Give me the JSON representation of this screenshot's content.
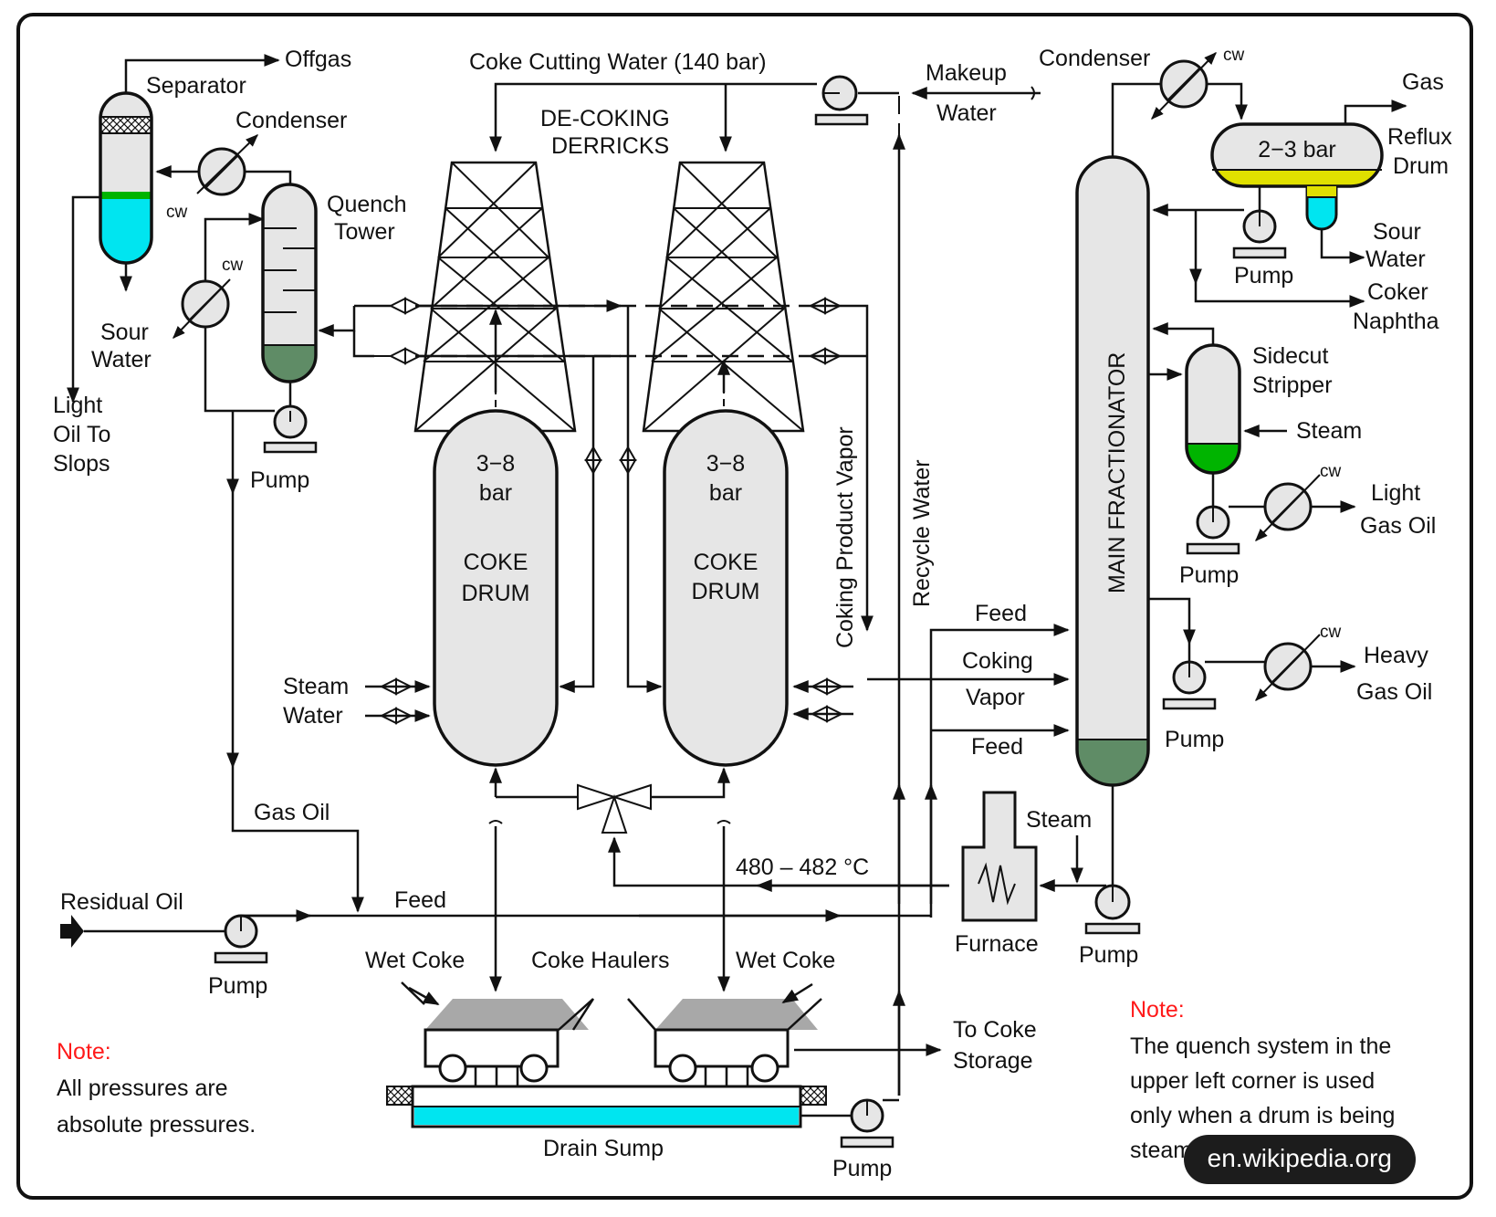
{
  "labels": {
    "offgas": "Offgas",
    "separator": "Separator",
    "condenser_left": "Condenser",
    "cw": "cw",
    "quench": "Quench",
    "tower": "Tower",
    "sour": "Sour",
    "water": "Water",
    "light": "Light",
    "oil_to": "Oil To",
    "slops": "Slops",
    "pump": "Pump",
    "coke_cutting_water": "Coke Cutting Water (140 bar)",
    "de_coking": "DE-COKING",
    "derricks": "DERRICKS",
    "makeup": "Makeup",
    "makeup_water": "Water",
    "drum_pressure": "3−8",
    "bar": "bar",
    "coke": "COKE",
    "drum": "DRUM",
    "steam": "Steam",
    "coking_product_vapor": "Coking Product Vapor",
    "recycle_water": "Recycle Water",
    "feed": "Feed",
    "coking": "Coking",
    "vapor": "Vapor",
    "main_fractionator": "MAIN FRACTIONATOR",
    "condenser_right": "Condenser",
    "gas": "Gas",
    "reflux_pressure": "2−3 bar",
    "reflux": "Reflux",
    "reflux_drum": "Drum",
    "coker": "Coker",
    "naphtha": "Naphtha",
    "sidecut": "Sidecut",
    "stripper": "Stripper",
    "light_gas_oil_1": "Light",
    "gas_oil": "Gas Oil",
    "heavy": "Heavy",
    "gas_oil_left": "Gas Oil",
    "residual_oil": "Residual Oil",
    "temperature": "480 – 482 °C",
    "furnace": "Furnace",
    "wet_coke": "Wet Coke",
    "coke_haulers": "Coke Haulers",
    "to_coke": "To Coke",
    "storage": "Storage",
    "drain_sump": "Drain Sump"
  },
  "notes": {
    "left_heading": "Note:",
    "left_line1": "All pressures are",
    "left_line2": "absolute pressures.",
    "right_heading": "Note:",
    "right_line1": "The quench system in the",
    "right_line2": "upper left corner is used",
    "right_line3": "only when a drum is being",
    "right_line4": "steamed prior to de-coking."
  },
  "watermark": "en.wikipedia.org",
  "colors": {
    "vessel_fill": "#e6e6e6",
    "water_cyan": "#00e5f0",
    "green_bright": "#00b400",
    "green_dark": "#5f8c66",
    "reflux_yellow": "#e0e000",
    "note_red": "#ff1a1a",
    "heap_gray": "#a8a8a8"
  }
}
